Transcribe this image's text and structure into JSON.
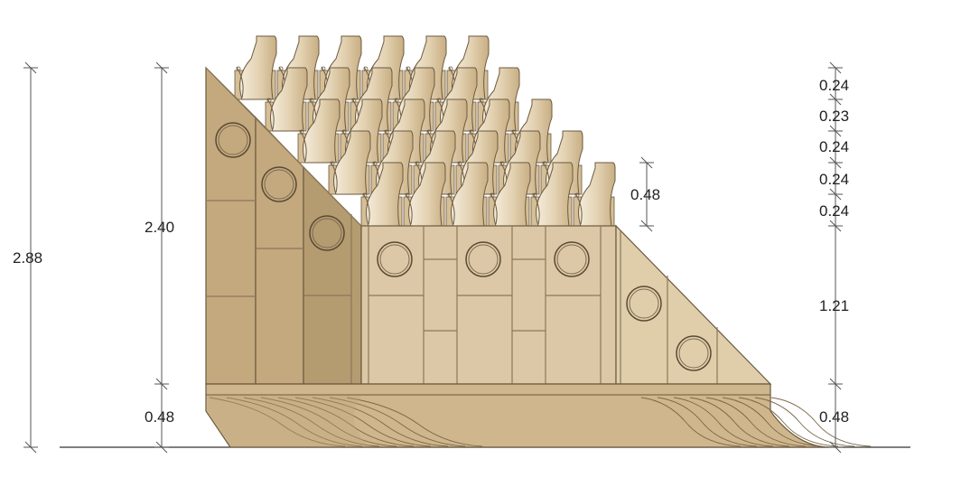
{
  "dimensions": {
    "total_height": "2.88",
    "body_height": "2.40",
    "base_height_left": "0.48",
    "step_height": "0.48",
    "right_stack": [
      "0.24",
      "0.23",
      "0.24",
      "0.24",
      "0.24"
    ],
    "right_mid": "1.21",
    "base_height_right": "0.48"
  },
  "colors": {
    "left_block": "#c4a97e",
    "left_block_dark": "#b59b70",
    "center_block": "#dcc8a6",
    "right_block": "#e0ceab",
    "base": "#cfb68c",
    "tooth_light": "#efe5d2",
    "tooth_body": "#d6bf96",
    "outline": "#6b5a40"
  }
}
